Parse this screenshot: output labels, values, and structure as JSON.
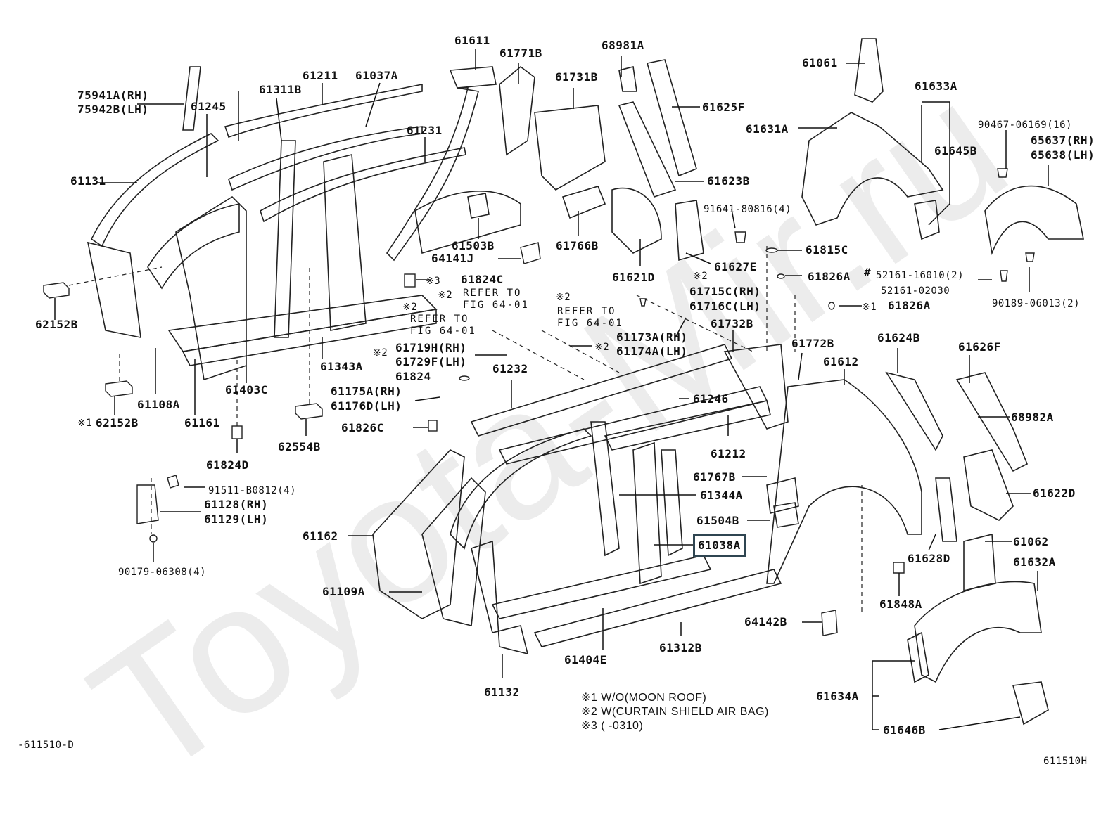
{
  "watermark": "Toyota-Mir.ru",
  "figure_code_left": "-611510-D",
  "figure_code_right": "611510H",
  "highlighted_part": "61038A",
  "highlight_color": "#2f4551",
  "labels": {
    "p75941A": "75941A(RH)",
    "p75942B": "75942B(LH)",
    "p61245": "61245",
    "p61311B": "61311B",
    "p61211": "61211",
    "p61037A": "61037A",
    "p61131": "61131",
    "p61231": "61231",
    "p61611": "61611",
    "p61771B": "61771B",
    "p61731B": "61731B",
    "p68981A": "68981A",
    "p61625F": "61625F",
    "p61623B": "61623B",
    "p61061": "61061",
    "p61633A": "61633A",
    "p61631A": "61631A",
    "p61645B": "61645B",
    "p90467": "90467-06169(16)",
    "p65637": "65637(RH)",
    "p65638": "65638(LH)",
    "p91641": "91641-80816(4)",
    "p61503B": "61503B",
    "p61766B": "61766B",
    "p61621D": "61621D",
    "p61627E": "61627E",
    "p61815C": "61815C",
    "p64141J": "64141J",
    "p61824C": "61824C",
    "p61826A_1": "61826A",
    "p52161_16010": "52161-16010(2)",
    "p52161_02030": "52161-02030",
    "p61826A_2": "61826A",
    "p90189": "90189-06013(2)",
    "p62152B_1": "62152B",
    "p61108A": "61108A",
    "p61161": "61161",
    "p61403C": "61403C",
    "p61343A": "61343A",
    "p62152B_2": "62152B",
    "p61824D": "61824D",
    "p62554B": "62554B",
    "p61719H": "61719H(RH)",
    "p61729F": "61729F(LH)",
    "p61824": "61824",
    "p61175A": "61175A(RH)",
    "p61176D": "61176D(LH)",
    "p61826C": "61826C",
    "p61232": "61232",
    "p61173A": "61173A(RH)",
    "p61174A": "61174A(LH)",
    "p61715C": "61715C(RH)",
    "p61716C": "61716C(LH)",
    "p61732B": "61732B",
    "p61772B": "61772B",
    "p61612": "61612",
    "p61246": "61246",
    "p61212": "61212",
    "p61767B": "61767B",
    "p61344A": "61344A",
    "p61504B": "61504B",
    "p61038A": "61038A",
    "p61624B": "61624B",
    "p61626F": "61626F",
    "p68982A": "68982A",
    "p61622D": "61622D",
    "p61062": "61062",
    "p61628D": "61628D",
    "p61632A": "61632A",
    "p61848A": "61848A",
    "p64142B": "64142B",
    "p61634A": "61634A",
    "p61646B": "61646B",
    "p91511": "91511-B0812(4)",
    "p61128": "61128(RH)",
    "p61129": "61129(LH)",
    "p90179": "90179-06308(4)",
    "p61162": "61162",
    "p61109A": "61109A",
    "p61132": "61132",
    "p61404E": "61404E",
    "p61312B": "61312B"
  },
  "markers": {
    "m1": "※1",
    "m2": "※2",
    "m3": "※3",
    "hash": "#"
  },
  "refer": {
    "line1": "REFER TO",
    "line2": "FIG 64-01"
  },
  "legend": [
    "※1  W/O(MOON ROOF)",
    "※2 W(CURTAIN SHIELD AIR BAG)",
    "※3  (        -0310)"
  ]
}
